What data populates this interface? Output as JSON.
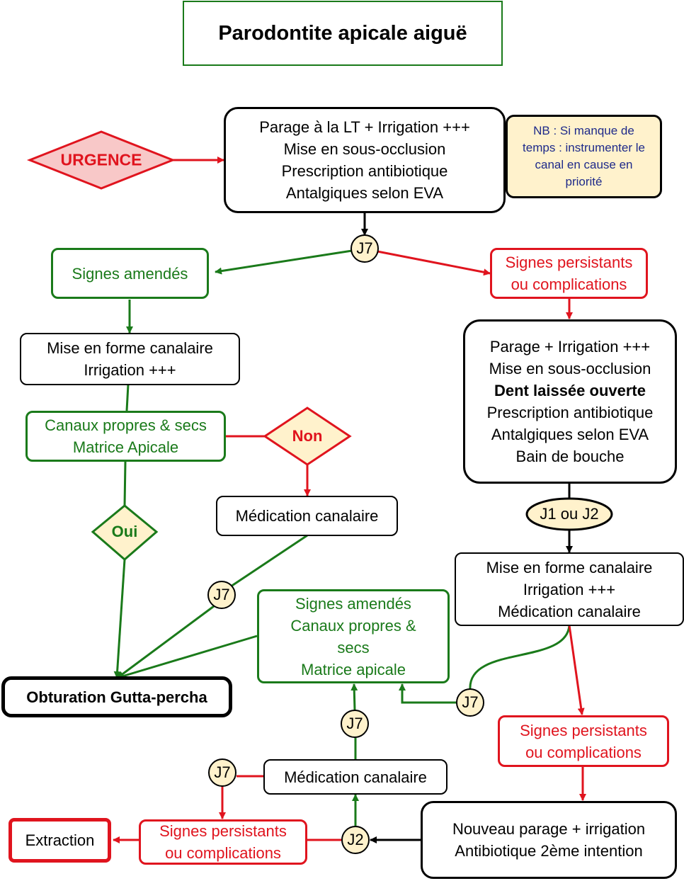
{
  "title": "Parodontite apicale aiguë",
  "colors": {
    "green": "#1a7a1a",
    "red": "#e0141e",
    "black": "#000000",
    "cream": "#fff2cc",
    "pink": "#f8c8c8",
    "nb_text": "#1e2a8a"
  },
  "urgence": "URGENCE",
  "initial_care": [
    "Parage à la LT + Irrigation +++",
    "Mise en sous-occlusion",
    "Prescription antibiotique",
    "Antalgiques selon EVA"
  ],
  "nb_note": [
    "NB : Si manque de",
    "temps : instrumenter le",
    "canal en cause en",
    "priorité"
  ],
  "j7": "J7",
  "j2": "J2",
  "j1_j2": "J1 ou J2",
  "left": {
    "improved": "Signes amendés",
    "shaping": [
      "Mise en forme canalaire",
      "Irrigation +++"
    ],
    "clean_dry": [
      "Canaux propres & secs",
      "Matrice Apicale"
    ],
    "no": "Non",
    "medication": "Médication canalaire",
    "yes": "Oui",
    "obturation": "Obturation Gutta-percha"
  },
  "right": {
    "persistent": [
      "Signes persistants",
      "ou complications"
    ],
    "care": [
      "Parage + Irrigation +++",
      "Mise en sous-occlusion",
      "Dent laissée ouverte",
      "Prescription antibiotique",
      "Antalgiques selon EVA",
      "Bain de bouche"
    ],
    "shaping_med": [
      "Mise en forme canalaire",
      "Irrigation +++",
      "Médication canalaire"
    ],
    "persistent2": [
      "Signes persistants",
      "ou complications"
    ],
    "new_care": [
      "Nouveau parage + irrigation",
      "Antibiotique 2ème intention"
    ]
  },
  "bottom": {
    "improved": [
      "Signes amendés",
      "Canaux propres &",
      "secs",
      "Matrice apicale"
    ],
    "medication": "Médication canalaire",
    "persistent": [
      "Signes persistants",
      "ou complications"
    ],
    "extraction": "Extraction"
  }
}
